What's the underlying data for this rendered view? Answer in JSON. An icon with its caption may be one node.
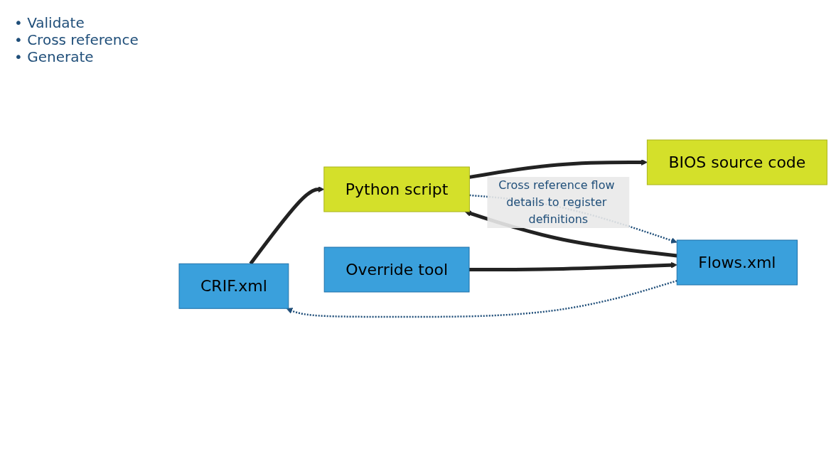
{
  "diagram": {
    "nodes": [
      {
        "text": [
          "CRIF.xml"
        ]
      },
      {
        "text": [
          "Flows.xml"
        ]
      },
      {
        "text": [
          "Python script"
        ]
      },
      {
        "text": [
          "BIOS source code"
        ]
      },
      {
        "text": [
          "Override tool"
        ]
      }
    ],
    "edges": [
      {
        "from": 0,
        "to": 2,
        "arrow": "to"
      },
      {
        "from": 1,
        "to": 2,
        "arrow": "to"
      },
      {
        "from": 2,
        "to": 3,
        "arrow": "to"
      },
      {
        "from": 4,
        "to": 1,
        "arrow": "to"
      },
      {
        "from": 1,
        "to": 0,
        "arrow": "to",
        "style": "dashed",
        "color": "#1f4e79"
      },
      {
        "from": 2,
        "to": 1,
        "arrow": "to",
        "style": "dashed",
        "color": "#1f4e79",
        "label": "Cross reference flow details to register definitions"
      }
    ],
    "labels": [
      "• Validate",
      "• Cross reference",
      "• Generate"
    ]
  }
}
